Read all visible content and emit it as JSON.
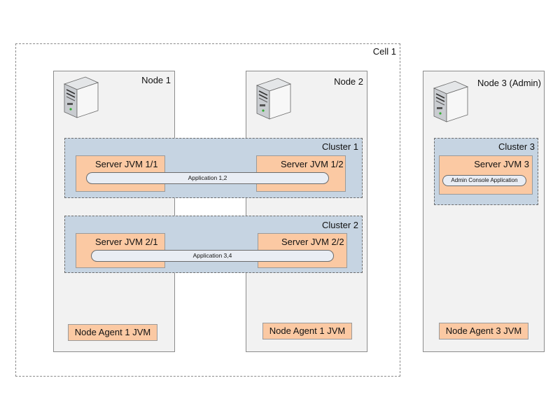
{
  "cell": {
    "label": "Cell 1"
  },
  "nodes": [
    {
      "label": "Node 1",
      "agent": "Node Agent 1 JVM",
      "icon": "server-tower-icon"
    },
    {
      "label": "Node 2",
      "agent": "Node Agent 1 JVM",
      "icon": "server-tower-icon"
    },
    {
      "label": "Node 3 (Admin)",
      "agent": "Node Agent 3 JVM",
      "icon": "server-tower-icon"
    }
  ],
  "clusters": [
    {
      "label": "Cluster 1",
      "servers": [
        "Server JVM 1/1",
        "Server JVM 1/2"
      ],
      "application": "Application 1,2"
    },
    {
      "label": "Cluster 2",
      "servers": [
        "Server JVM 2/1",
        "Server JVM 2/2"
      ],
      "application": "Application 3,4"
    },
    {
      "label": "Cluster 3",
      "servers": [
        "Server JVM 3"
      ],
      "application": "Admin Console Application"
    }
  ],
  "colors": {
    "node_fill": "#f2f2f2",
    "cluster_fill": "#c6d4e2",
    "server_fill": "#fbc9a3",
    "app_fill": "#e9edf4"
  }
}
